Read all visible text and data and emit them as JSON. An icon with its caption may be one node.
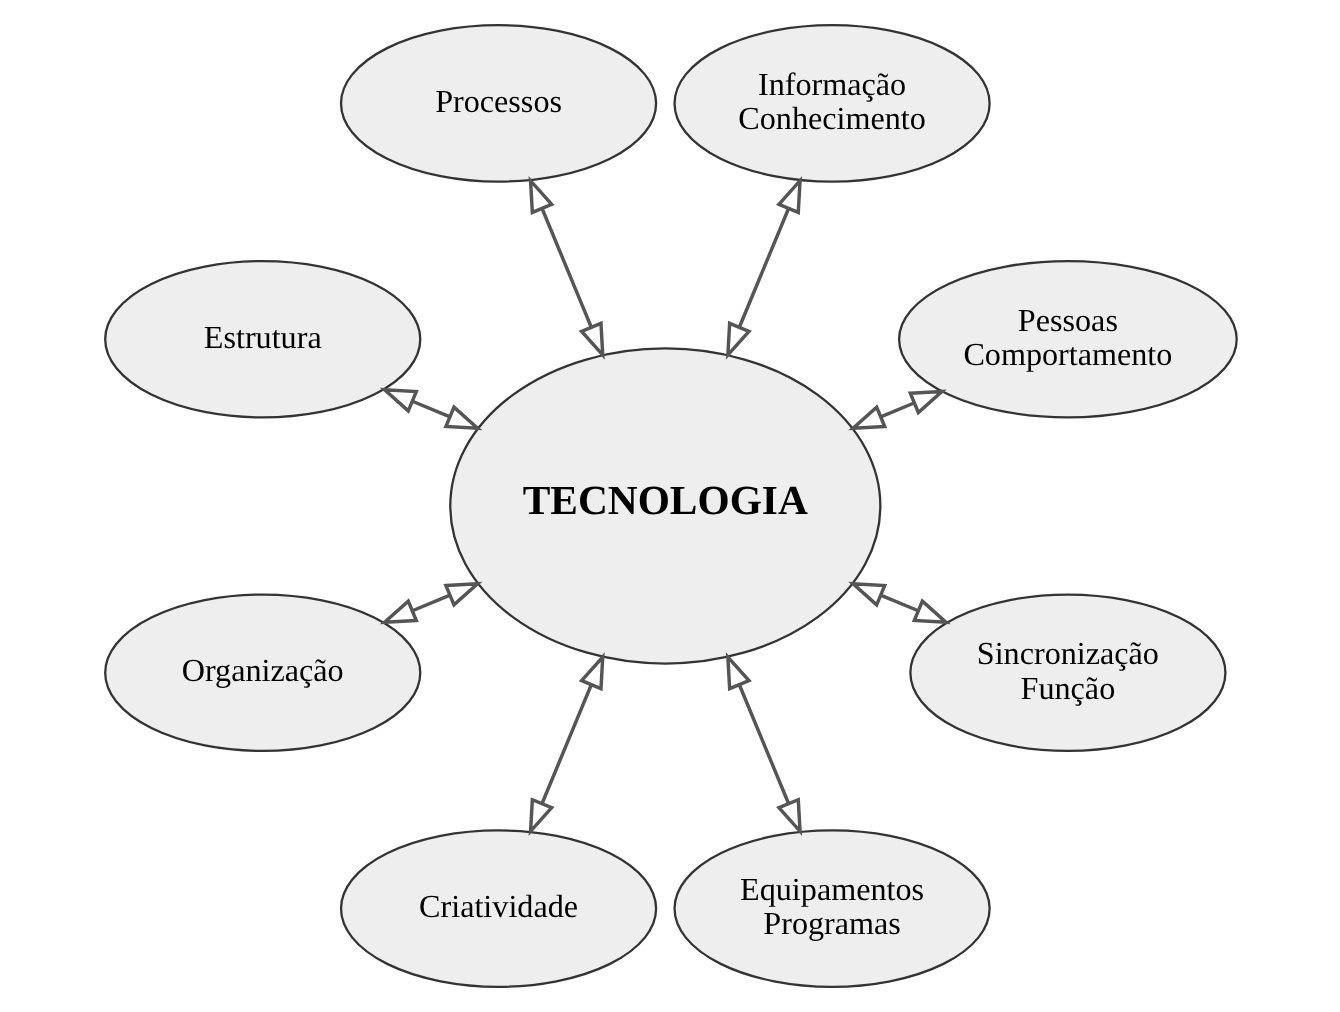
{
  "diagram": {
    "nodes": [
      {
        "text": [
          "Pessoas Comportamento"
        ]
      },
      {
        "text": [
          "Informação Conhecimento"
        ]
      },
      {
        "text": [
          "Processos"
        ]
      },
      {
        "text": [
          "Estrutura"
        ]
      },
      {
        "text": [
          "TECNOLOGIA"
        ]
      },
      {
        "text": [
          "Organização"
        ]
      },
      {
        "text": [
          "Criatividade"
        ]
      },
      {
        "text": [
          "Equipamentos Programas"
        ]
      },
      {
        "text": [
          "Sincronização Função"
        ]
      }
    ],
    "edges": [
      {
        "from": 4,
        "to": 0,
        "arrow": "both"
      },
      {
        "from": 4,
        "to": 2,
        "arrow": "both"
      },
      {
        "from": 4,
        "to": 5,
        "arrow": "both"
      },
      {
        "from": 4,
        "to": 7,
        "arrow": "both"
      },
      {
        "from": 4,
        "to": 8,
        "arrow": "both"
      },
      {
        "from": 4,
        "to": 6,
        "arrow": "both"
      },
      {
        "from": 4,
        "to": 3,
        "arrow": "both"
      },
      {
        "from": 4,
        "to": 1,
        "arrow": "both"
      }
    ]
  }
}
